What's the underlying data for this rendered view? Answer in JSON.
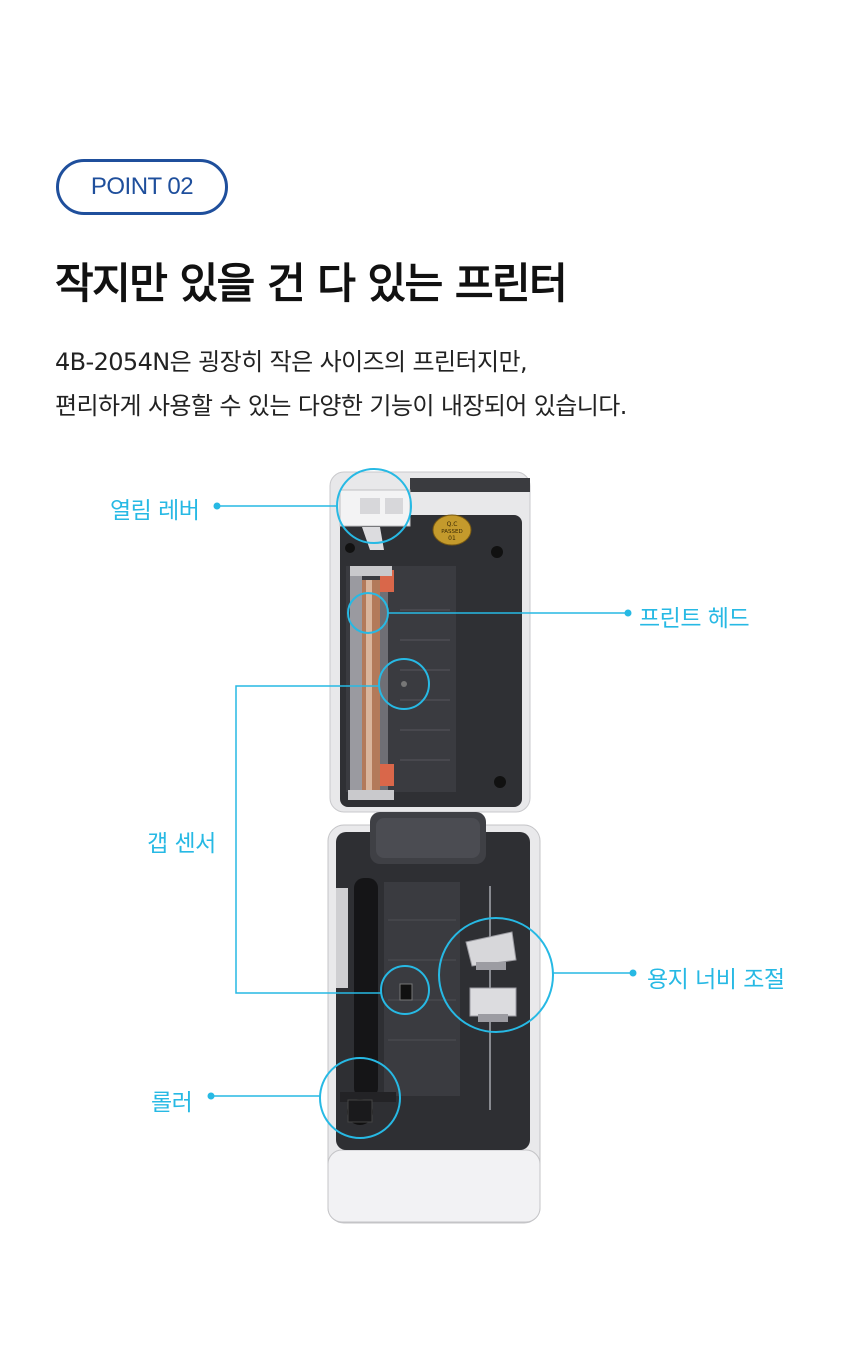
{
  "badge": {
    "text": "POINT 02"
  },
  "title": "작지만 있을 건 다 있는 프린터",
  "description": {
    "line1": "4B-2054N은 굉장히 작은 사이즈의 프린터지만,",
    "line2": "편리하게 사용할 수 있는 다양한 기능이 내장되어 있습니다."
  },
  "labels": {
    "open_lever": "열림 레버",
    "print_head": "프린트 헤드",
    "gap_sensor": "갭 센서",
    "paper_width": "용지 너비 조절",
    "roller": "롤러"
  },
  "sticker": {
    "line1": "Q.C",
    "line2": "PASSED",
    "line3": "01"
  },
  "colors": {
    "accent": "#27b9e4",
    "badge": "#1f4f9c",
    "body": "#2e2f33",
    "shell": "#e9e9eb"
  }
}
